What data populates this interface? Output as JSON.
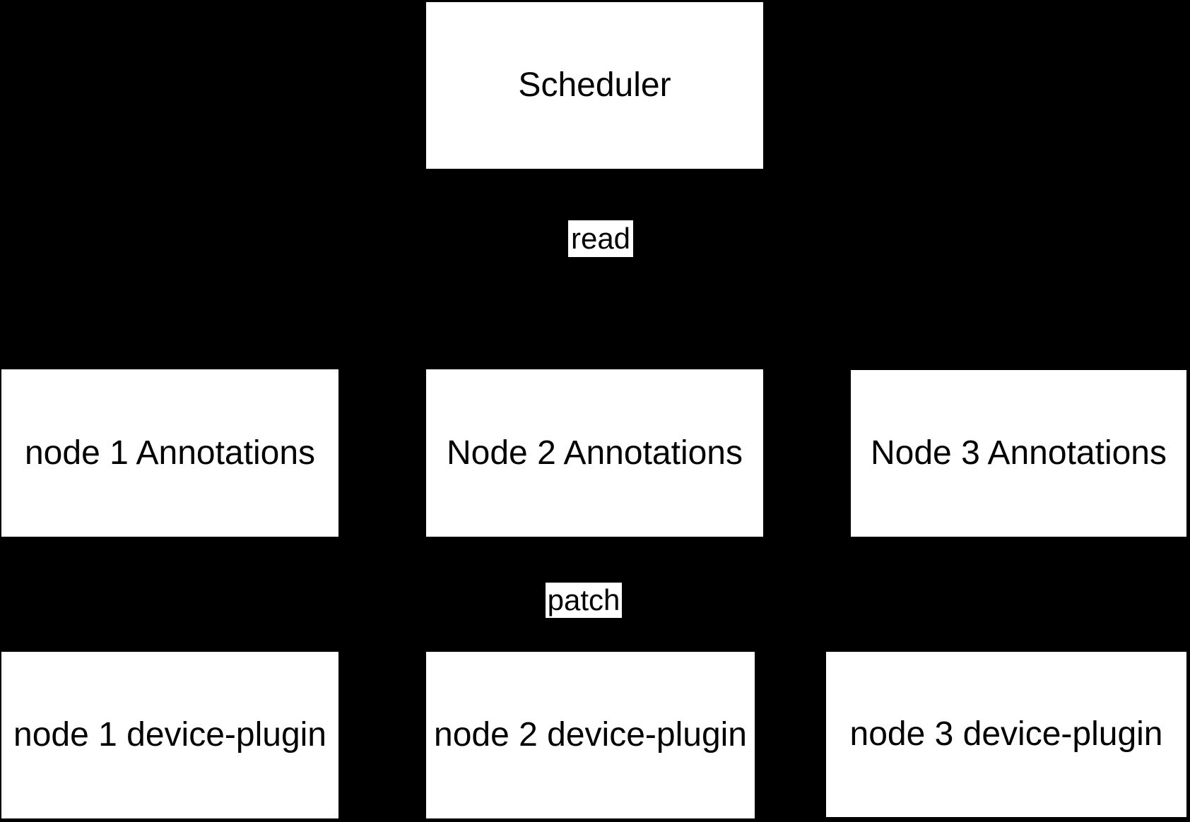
{
  "diagram": {
    "colors": {
      "background": "#000000",
      "node_fill": "#ffffff",
      "node_text": "#000000"
    },
    "scheduler": {
      "label": "Scheduler"
    },
    "edge_labels": {
      "read": "read",
      "patch": "patch"
    },
    "annotation_nodes": [
      {
        "label": "node 1 Annotations"
      },
      {
        "label": "Node 2 Annotations"
      },
      {
        "label": "Node 3 Annotations"
      }
    ],
    "device_plugin_nodes": [
      {
        "label": "node 1 device-plugin"
      },
      {
        "label": "node 2 device-plugin"
      },
      {
        "label": "node 3 device-plugin"
      }
    ]
  }
}
